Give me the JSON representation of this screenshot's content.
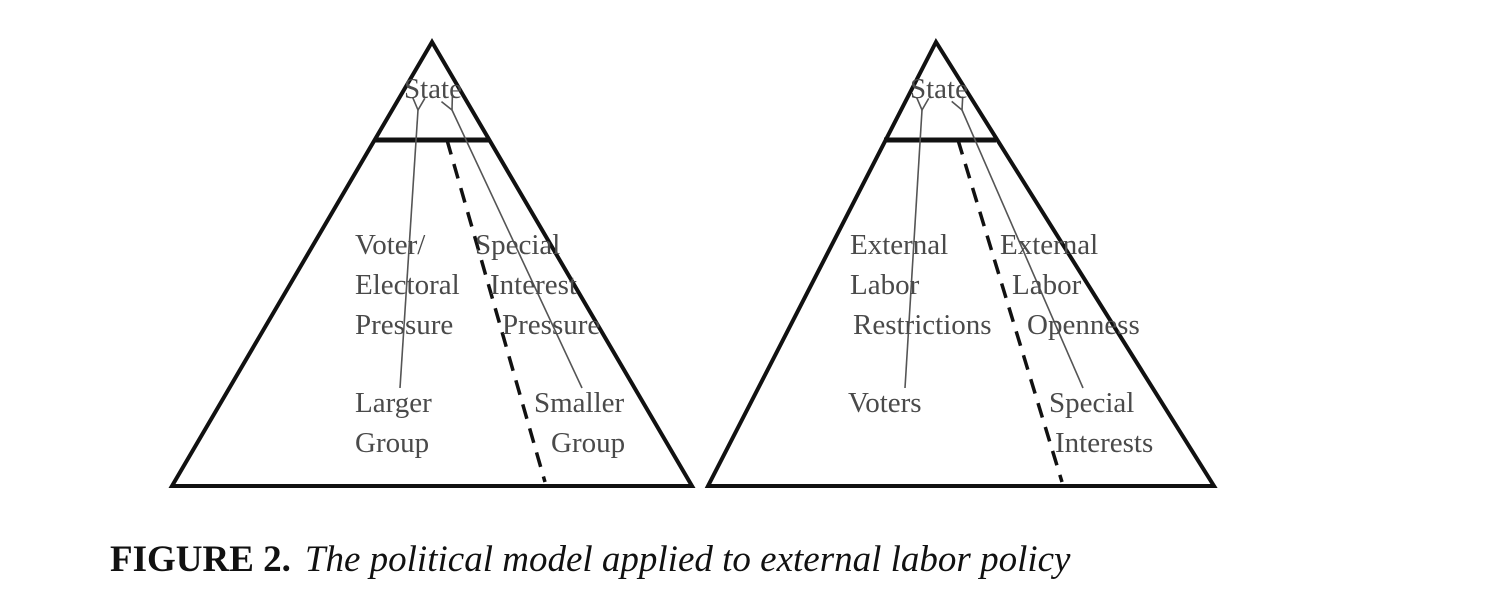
{
  "caption": {
    "number": "FIGURE 2.",
    "text": "The political model applied to external labor policy"
  },
  "pyramids": [
    {
      "apex_label": "State",
      "left_label": [
        "Voter/",
        "Electoral",
        "Pressure"
      ],
      "right_label": [
        "Special",
        "Interest",
        "Pressure"
      ],
      "left_base": [
        "Larger",
        "Group"
      ],
      "right_base": [
        "Smaller",
        "Group"
      ]
    },
    {
      "apex_label": "State",
      "left_label": [
        "External",
        "Labor",
        "Restrictions"
      ],
      "right_label": [
        "External",
        "Labor",
        "Openness"
      ],
      "left_base": [
        "Voters"
      ],
      "right_base": [
        "Special",
        "Interests"
      ]
    }
  ]
}
